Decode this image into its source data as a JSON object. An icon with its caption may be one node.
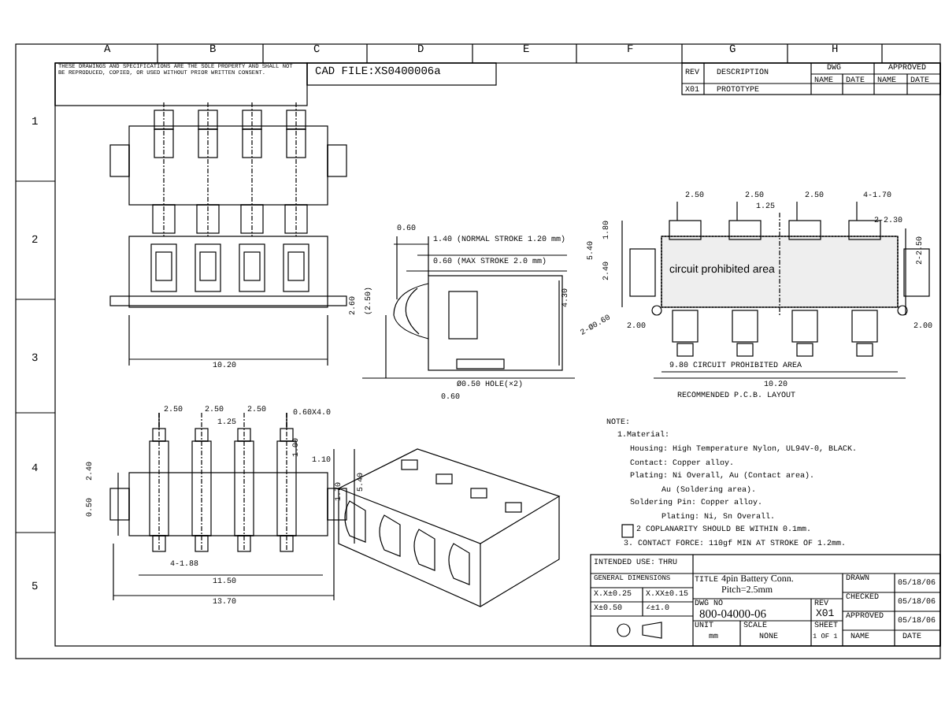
{
  "diagram": {
    "labels": [
      "A",
      "B",
      "C",
      "D",
      "E",
      "F",
      "G",
      "H",
      "1",
      "2",
      "3",
      "4",
      "5",
      "THESE DRAWINGS AND SPECIFICATIONS ARE THE SOLE PROPERTY AND SHALL NOT BE REPRODUCED, COPIED, OR USED WITHOUT PRIOR WRITTEN CONSENT.",
      "CAD FILE:XS0400006a",
      "REV",
      "DESCRIPTION",
      "DWG",
      "APPROVED",
      "NAME",
      "DATE",
      "NAME",
      "DATE",
      "X01",
      "PROTOTYPE",
      "0.60",
      "1.40 (NORMAL STROKE 1.20 mm)",
      "0.60 (MAX STROKE 2.0 mm)",
      "2.60",
      "(2.50)",
      "4.30",
      "Ø0.50 HOLE(×2)",
      "0.60",
      "10.20",
      "2.50",
      "2.50",
      "2.50",
      "1.25",
      "4-1.70",
      "2-2.30",
      "5.40",
      "1.80",
      "2.40",
      "2-Ø0.60",
      "2.00",
      "2.00",
      "2-2.50",
      "circuit prohibited area",
      "9.80 CIRCUIT PROHIBITED AREA",
      "10.20",
      "RECOMMENDED P.C.B. LAYOUT",
      "2.50",
      "2.50",
      "2.50",
      "1.25",
      "0.60X4.0",
      "1.00",
      "1.10",
      "2.40",
      "0.50",
      "1.70",
      "5.40",
      "4-1.88",
      "11.50",
      "13.70",
      "NOTE:",
      "1.Material:",
      "Housing: High Temperature Nylon, UL94V-0, BLACK.",
      "Contact: Copper alloy.",
      "Plating: Ni Overall, Au (Contact area).",
      "Au (Soldering area).",
      "Soldering Pin: Copper alloy.",
      "Plating: Ni, Sn Overall.",
      "2 COPLANARITY SHOULD BE WITHIN 0.1mm.",
      "3. CONTACT FORCE: 110gf MIN AT STROKE OF 1.2mm.",
      "INTENDED USE:",
      "THRU",
      "GENERAL DIMENSIONS",
      "X.X±0.25",
      "X.XX±0.15",
      "X±0.50",
      "∠±1.0",
      "TITLE",
      "4pin Battery Conn. Pitch=2.5mm",
      "DRAWN",
      "05/18/06",
      "CHECKED",
      "05/18/06",
      "APPROVED",
      "05/18/06",
      "DWG NO",
      "800-04000-06",
      "REV",
      "X01",
      "UNIT",
      "mm",
      "SCALE",
      "NONE",
      "SHEET",
      "1 OF 1",
      "NAME",
      "DATE"
    ]
  }
}
